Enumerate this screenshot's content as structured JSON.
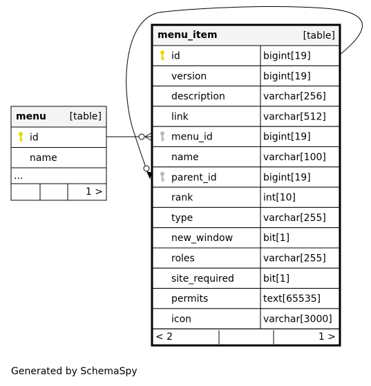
{
  "colors": {
    "header_bg": "#f4f4f4",
    "border": "#000000",
    "primary_key": "#e8d800",
    "foreign_key": "#b8b8b8"
  },
  "menu": {
    "name": "menu",
    "kind": "[table]",
    "columns": [
      {
        "name": "id",
        "key_icon": "primary-key-icon"
      },
      {
        "name": "name",
        "key_icon": ""
      }
    ],
    "more": "...",
    "footer": {
      "left": "",
      "middle": "",
      "right": "1 >"
    }
  },
  "menu_item": {
    "name": "menu_item",
    "kind": "[table]",
    "columns": [
      {
        "name": "id",
        "type": "bigint[19]",
        "key_icon": "primary-key-icon"
      },
      {
        "name": "version",
        "type": "bigint[19]",
        "key_icon": ""
      },
      {
        "name": "description",
        "type": "varchar[256]",
        "key_icon": ""
      },
      {
        "name": "link",
        "type": "varchar[512]",
        "key_icon": ""
      },
      {
        "name": "menu_id",
        "type": "bigint[19]",
        "key_icon": "foreign-key-icon"
      },
      {
        "name": "name",
        "type": "varchar[100]",
        "key_icon": ""
      },
      {
        "name": "parent_id",
        "type": "bigint[19]",
        "key_icon": "foreign-key-icon"
      },
      {
        "name": "rank",
        "type": "int[10]",
        "key_icon": ""
      },
      {
        "name": "type",
        "type": "varchar[255]",
        "key_icon": ""
      },
      {
        "name": "new_window",
        "type": "bit[1]",
        "key_icon": ""
      },
      {
        "name": "roles",
        "type": "varchar[255]",
        "key_icon": ""
      },
      {
        "name": "site_required",
        "type": "bit[1]",
        "key_icon": ""
      },
      {
        "name": "permits",
        "type": "text[65535]",
        "key_icon": ""
      },
      {
        "name": "icon",
        "type": "varchar[3000]",
        "key_icon": ""
      }
    ],
    "footer": {
      "left": "< 2",
      "middle": "",
      "right": "1 >"
    }
  },
  "relationships": [
    {
      "from": "menu.id",
      "to": "menu_item.menu_id"
    },
    {
      "from": "menu_item.id",
      "to": "menu_item.parent_id"
    }
  ],
  "generated_by": "Generated by SchemaSpy"
}
